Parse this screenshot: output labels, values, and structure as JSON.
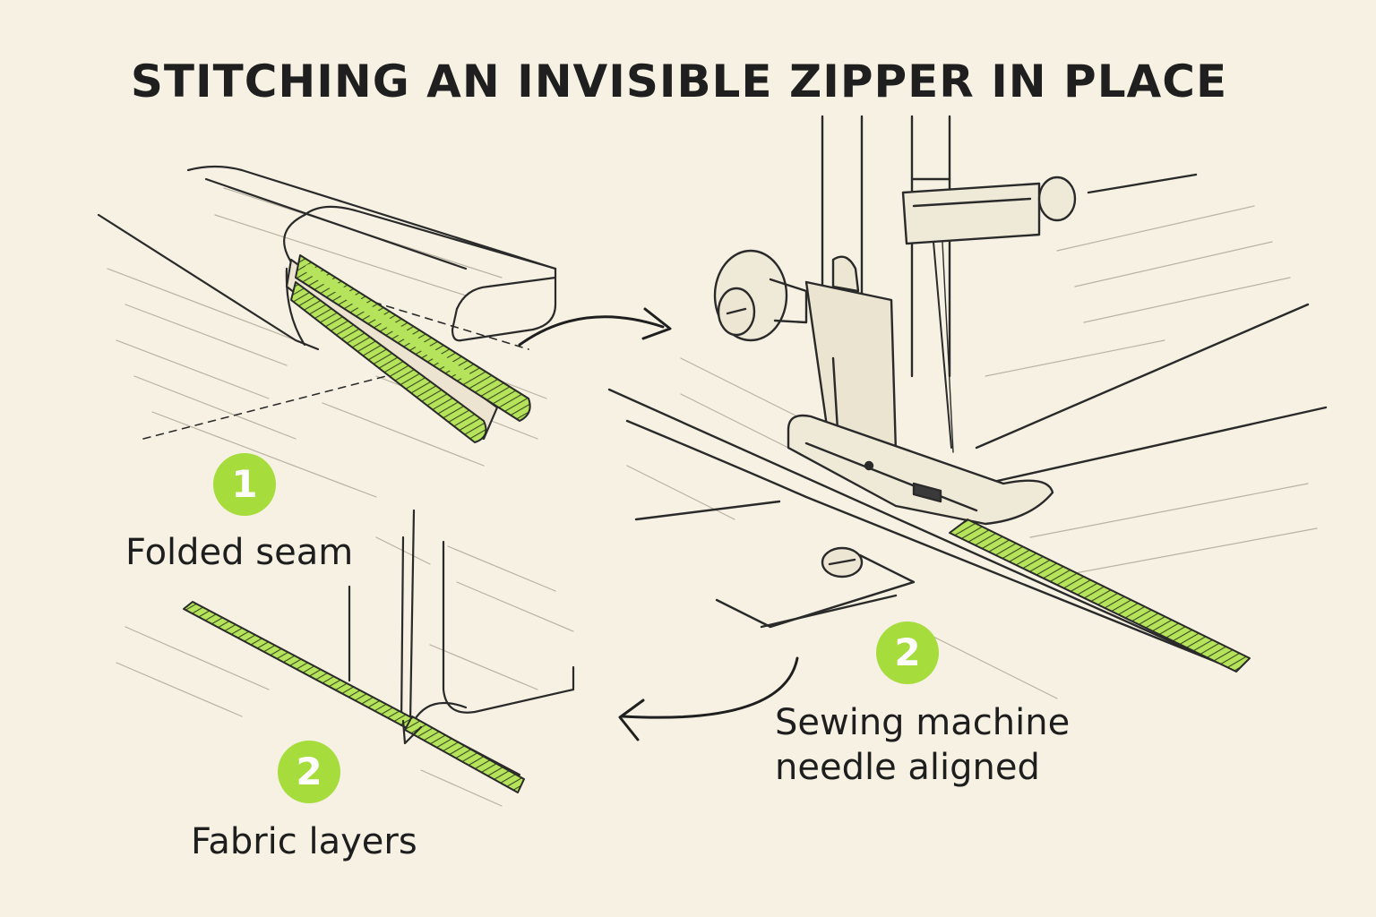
{
  "title": "STITCHING AN INVISIBLE ZIPPER IN PLACE",
  "colors": {
    "background": "#f6f1e3",
    "accent_green": "#a6dc3c",
    "zipper_green": "#b5e35c",
    "ink": "#1f1f1f"
  },
  "steps": [
    {
      "badge": "1",
      "caption": "Folded seam"
    },
    {
      "badge": "2",
      "caption": "Fabric layers"
    },
    {
      "badge": "2",
      "caption_lines": [
        "Sewing machine",
        "needle aligned"
      ]
    }
  ],
  "icons": [
    "arrow-right-icon",
    "arrow-left-icon"
  ]
}
